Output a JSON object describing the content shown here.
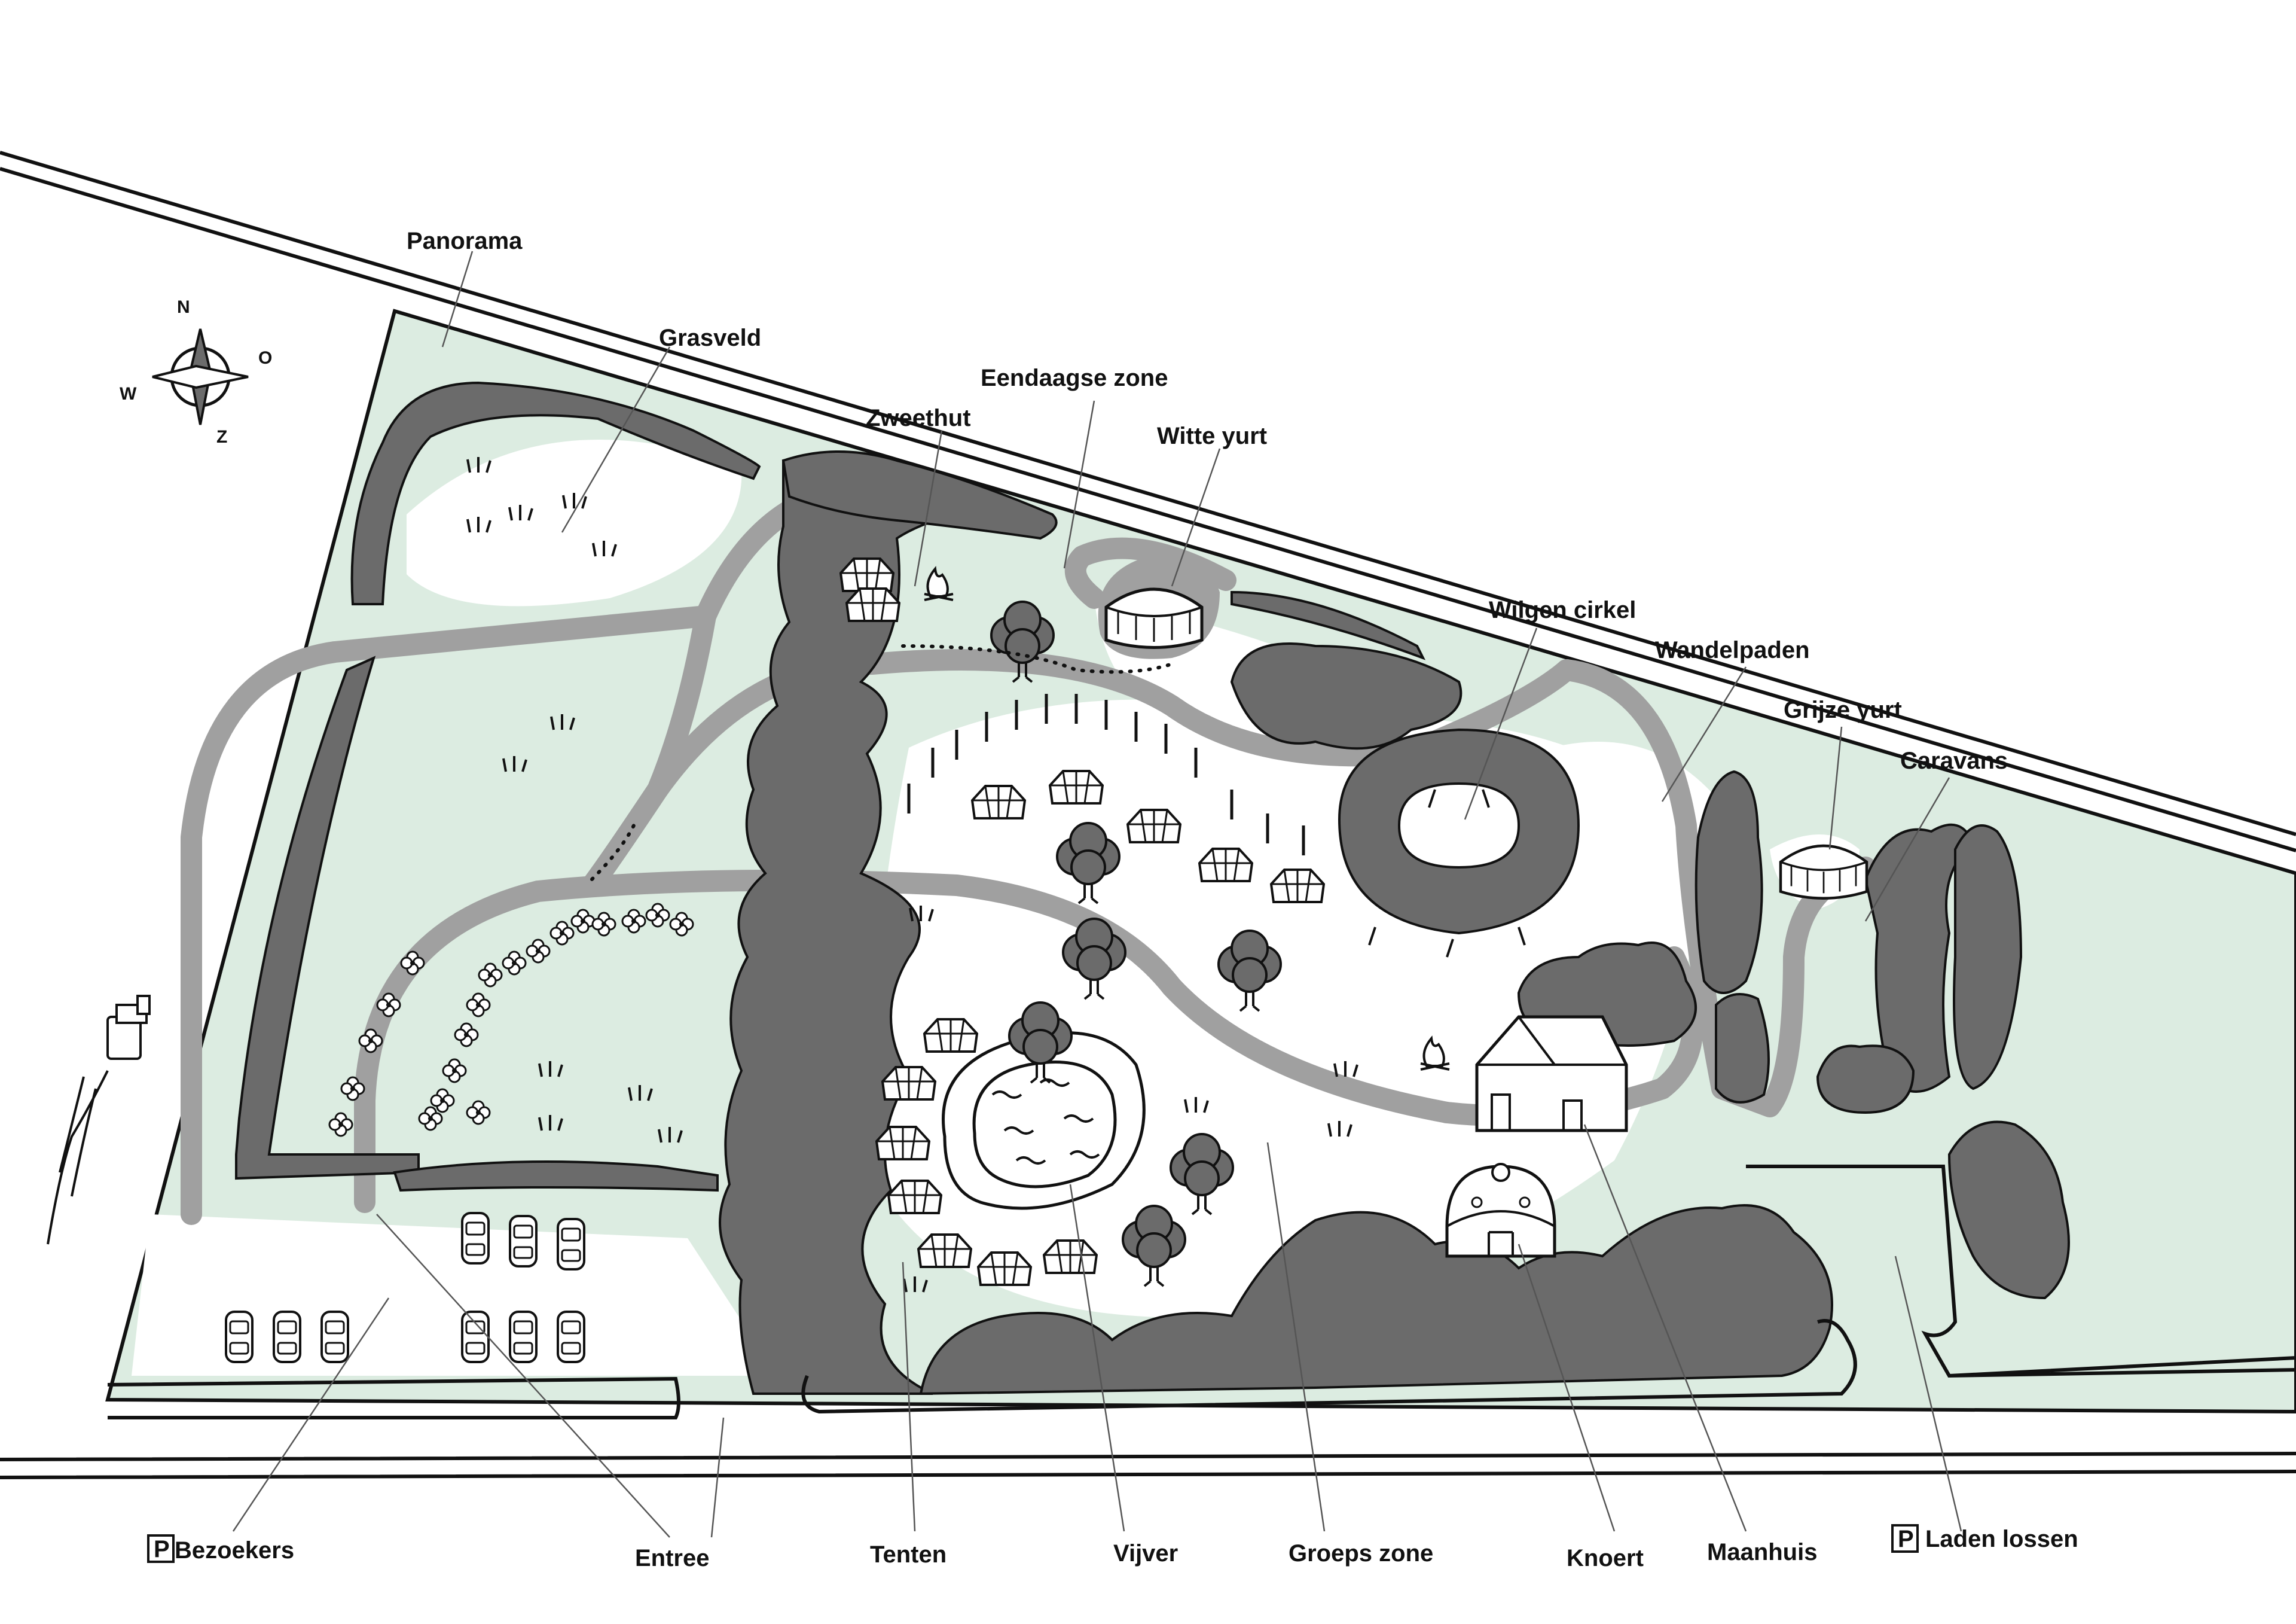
{
  "map": {
    "colors": {
      "grass": "#dcece1",
      "clearing": "#ffffff",
      "hedge": "#6b6b6b",
      "path": "#a0a0a0",
      "outline": "#111111"
    },
    "compass": {
      "n": "N",
      "o": "O",
      "z": "Z",
      "w": "W"
    },
    "parking_icon": "P",
    "labels": {
      "panorama": "Panorama",
      "grasveld": "Grasveld",
      "eendaagse_zone": "Eendaagse zone",
      "zweethut": "Zweethut",
      "witte_yurt": "Witte yurt",
      "wilgen_cirkel": "Wilgen cirkel",
      "wandelpaden": "Wandelpaden",
      "grijze_yurt": "Grijze yurt",
      "caravans": "Caravans",
      "bezoekers": "Bezoekers",
      "entree": "Entree",
      "tenten": "Tenten",
      "vijver": "Vijver",
      "groeps_zone": "Groeps zone",
      "knoert": "Knoert",
      "maanhuis": "Maanhuis",
      "laden_lossen": "Laden lossen"
    },
    "icons": [
      "compass-rose-icon",
      "tractor-icon",
      "car-icon",
      "tent-icon",
      "yurt-icon",
      "campfire-icon",
      "tree-icon",
      "flower-icon",
      "grass-tuft-icon",
      "house-icon",
      "parking-icon"
    ]
  }
}
